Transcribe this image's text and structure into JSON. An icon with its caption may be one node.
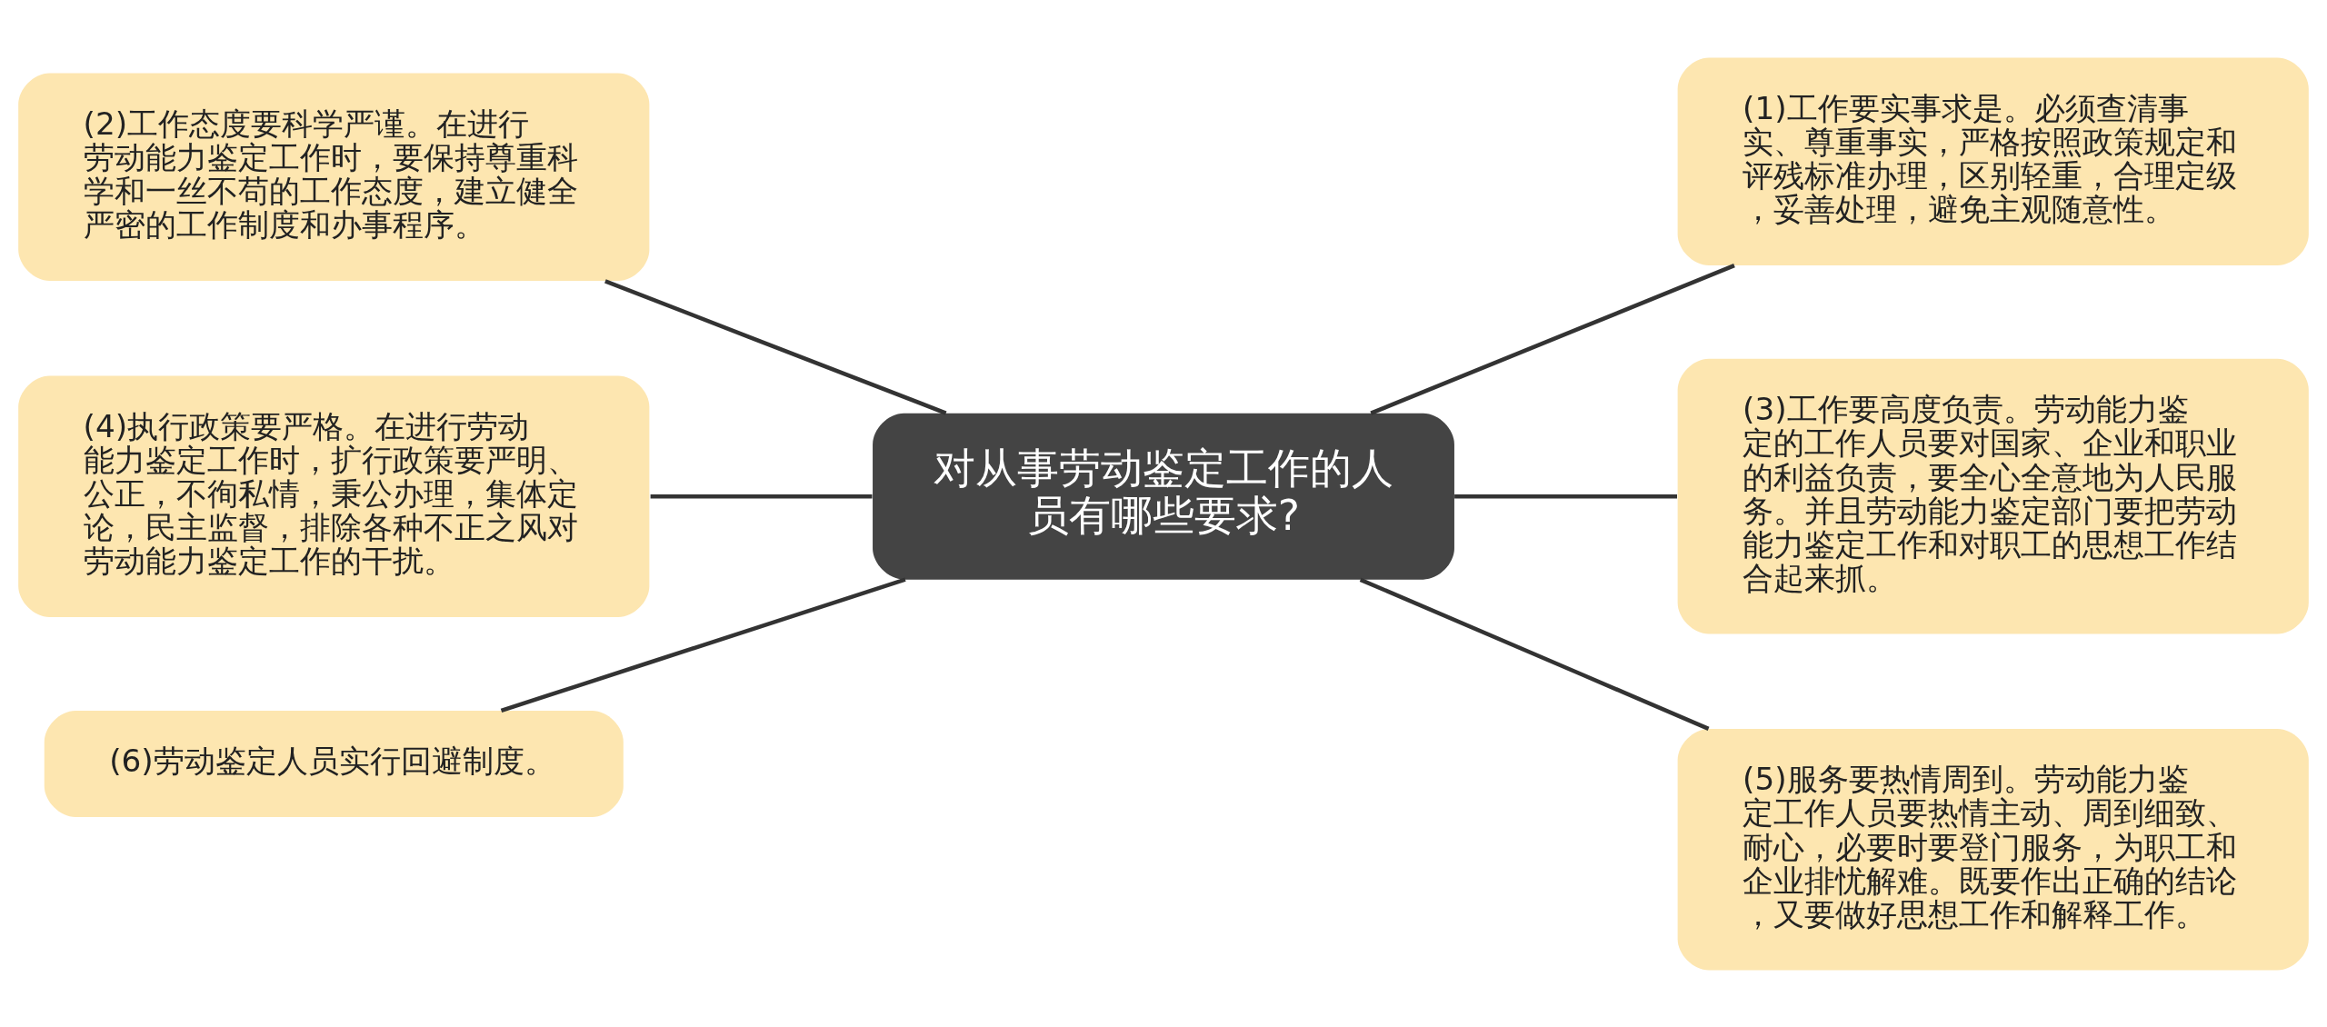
{
  "diagram": {
    "nodes": [
      {
        "text": [
          "对从事劳动鉴定工作的人员有哪些要求?"
        ]
      },
      {
        "text": [
          "(1)工作要实事求是。必须查清事实、尊重事实，严格按照政策规定和评残标准办理，区别轻重，合理定级，妥善处理，避免主观随意性。"
        ]
      },
      {
        "text": [
          "(2)工作态度要科学严谨。在进行劳动能力鉴定工作时，要保持尊重科学和一丝不苟的工作态度，建立健全严密的工作制度和办事程序。"
        ]
      },
      {
        "text": [
          "(3)工作要高度负责。劳动能力鉴定的工作人员要对国家、企业和职业的利益负责，要全心全意地为人民服务。并且劳动能力鉴定部门要把劳动能力鉴定工作和对职工的思想工作结合起来抓。"
        ]
      },
      {
        "text": [
          "(4)执行政策要严格。在进行劳动能力鉴定工作时，扩行政策要严明、公正，不徇私情，秉公办理，集体定论，民主监督，排除各种不正之风对劳动能力鉴定工作的干扰。"
        ]
      },
      {
        "text": [
          "(5)服务要热情周到。劳动能力鉴定工作人员要热情主动、周到细致、耐心，必要时要登门服务，为职工和企业排忧解难。既要作出正确的结论，又要做好思想工作和解释工作。"
        ]
      },
      {
        "text": [
          "(6)劳动鉴定人员实行回避制度。"
        ]
      }
    ],
    "edges": [
      {
        "from": 0,
        "to": 1,
        "arrow": "none"
      },
      {
        "from": 0,
        "to": 2,
        "arrow": "none"
      },
      {
        "from": 0,
        "to": 3,
        "arrow": "none"
      },
      {
        "from": 0,
        "to": 4,
        "arrow": "none"
      },
      {
        "from": 0,
        "to": 5,
        "arrow": "none"
      },
      {
        "from": 0,
        "to": 6,
        "arrow": "none"
      }
    ]
  }
}
